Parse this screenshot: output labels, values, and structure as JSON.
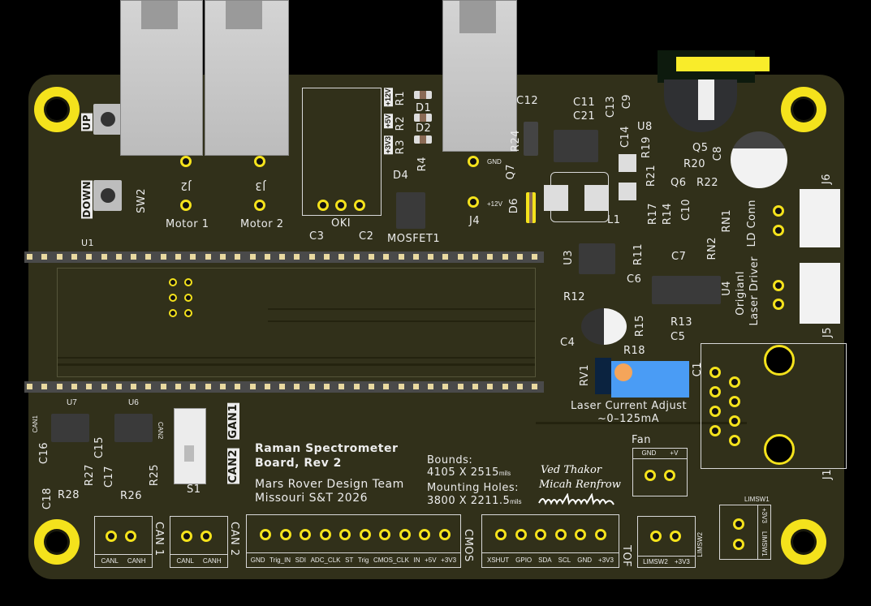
{
  "title": {
    "line1": "Raman Spectrometer",
    "line2": "Board, Rev 2",
    "team": "Mars Rover Design Team",
    "school": "Missouri S&T 2026"
  },
  "dims": {
    "bounds_label": "Bounds:",
    "bounds_value": "4105 X 2515",
    "mounting_label": "Mounting Holes:",
    "mounting_value": "3800 X 2211.5",
    "unit": "mils"
  },
  "signatures": [
    "Ved Thakor",
    "Micah Renfrow"
  ],
  "buttons": {
    "up": "UP",
    "down": "DOWN",
    "sw2": "SW2"
  },
  "motors": {
    "j2": "J2",
    "j3": "J3",
    "motor1": "Motor 1",
    "motor2": "Motor 2"
  },
  "power": {
    "oki": "OKI",
    "c3": "C3",
    "c2": "C2",
    "mosfet": "MOSFET1",
    "r1": "R1",
    "r2": "R2",
    "r3": "R3",
    "r4": "R4",
    "d1": "D1",
    "d2": "D2",
    "d4": "D4",
    "v12": "+12V",
    "v5": "+5V",
    "v33": "+3V3",
    "j4": "J4",
    "j4_gnd": "GND",
    "j4_12v": "+12V"
  },
  "refs": {
    "u1": "U1",
    "c12": "C12",
    "c11": "C11",
    "c21": "C21",
    "c13": "C13",
    "c9": "C9",
    "u8": "U8",
    "r24": "R24",
    "q7": "Q7",
    "d6": "D6",
    "l1": "L1",
    "c14": "C14",
    "r19": "R19",
    "r21": "R21",
    "q5": "Q5",
    "r20": "R20",
    "q6": "Q6",
    "r22": "R22",
    "c8": "C8",
    "c10": "C10",
    "r17": "R17",
    "r14": "R14",
    "rn1": "RN1",
    "rn2": "RN2",
    "j6": "J6",
    "ld_conn": "LD Conn",
    "u3": "U3",
    "r11": "R11",
    "c7": "C7",
    "c6": "C6",
    "u4": "U4",
    "r12": "R12",
    "origianl": "Origianl",
    "laser_driver": "Laser Driver",
    "j5": "J5",
    "c4": "C4",
    "r15": "R15",
    "r13": "R13",
    "c5": "C5",
    "r18": "R18",
    "c1": "C1",
    "rv1": "RV1",
    "j1": "J1"
  },
  "laser": {
    "adjust": "Laser Current Adjust",
    "range": "~0–125mA"
  },
  "fan": {
    "label": "Fan",
    "pins": [
      "GND",
      "+V"
    ]
  },
  "can": {
    "u7": "U7",
    "u6": "U6",
    "can1_small": "CAN1",
    "can2_small": "CAN2",
    "c16": "C16",
    "c15": "C15",
    "c17": "C17",
    "c18": "C18",
    "r27": "R27",
    "r25": "R25",
    "r28": "R28",
    "r26": "R26",
    "s1": "S1",
    "gan1": "GAN1",
    "can2": "CAN2"
  },
  "connectors": {
    "can1": {
      "label": "CAN 1",
      "pins": [
        "CANL",
        "CANH"
      ]
    },
    "can2": {
      "label": "CAN 2",
      "pins": [
        "CANL",
        "CANH"
      ]
    },
    "cmos": {
      "label": "CMOS",
      "pins": [
        "GND",
        "Trig_IN",
        "SDI",
        "ADC_CLK",
        "ST",
        "Trig",
        "CMOS_CLK",
        "IN",
        "+5V",
        "+3V3"
      ]
    },
    "tof": {
      "label": "TOF",
      "pins": [
        "XSHUT",
        "GPIO",
        "SDA",
        "SCL",
        "GND",
        "+3V3"
      ]
    },
    "limsw2": {
      "label": "LIMSW2",
      "pins": [
        "LIMSW2",
        "+3V3"
      ]
    },
    "limsw1": {
      "label": "LIMSW1",
      "pins": [
        "LIMSW1",
        "+3V3"
      ]
    }
  },
  "colors": {
    "board": "#31301a",
    "pad": "#f4e21c",
    "silkscreen": "#ececec",
    "pot": "#4a9cf5"
  }
}
